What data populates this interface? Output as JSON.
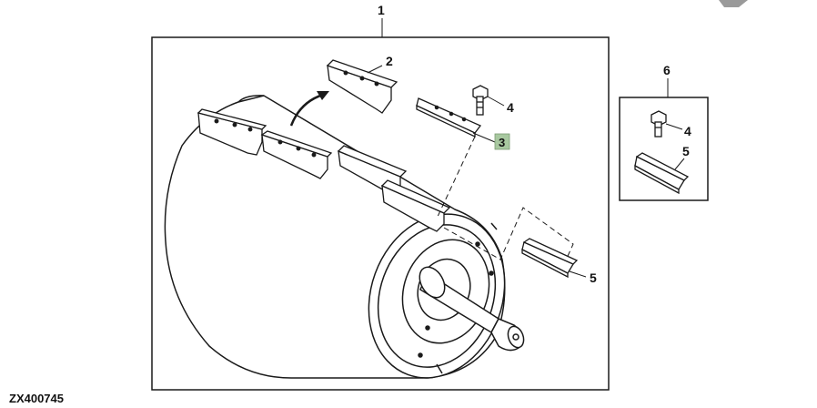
{
  "callouts": {
    "c1": "1",
    "c2": "2",
    "c3": "3",
    "c4_main": "4",
    "c5_main": "5",
    "c6": "6",
    "c4_kit": "4",
    "c5_kit": "5"
  },
  "figure_code": "ZX400745",
  "colors": {
    "highlight_badge": "#a8c8a0",
    "line": "#1a1a1a",
    "corner_tab": "#9a9a9a"
  }
}
